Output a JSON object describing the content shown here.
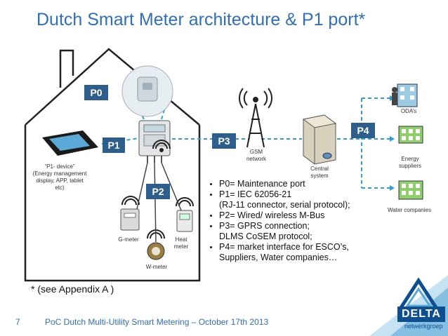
{
  "slide": {
    "title": "Dutch Smart Meter architecture & P1 port*",
    "note": "* (see Appendix A )",
    "slide_number": "7",
    "footer": "PoC Dutch Multi-Utility Smart Metering – October 17th 2013"
  },
  "ports": {
    "p0": "P0",
    "p1": "P1",
    "p2": "P2",
    "p3": "P3",
    "p4": "P4"
  },
  "devices": {
    "p1_device_line1": "“P1- device”",
    "p1_device_line2": "(Energy management",
    "p1_device_line3": "display, APP, tablet",
    "p1_device_line4": "etc)",
    "g_meter": "G-meter",
    "heat_meter_line1": "Heat",
    "heat_meter_line2": "meter",
    "w_meter": "W-meter",
    "gsm_line1": "GSM",
    "gsm_line2": "network",
    "central_line1": "Central",
    "central_line2": "system",
    "odas": "ODA’s",
    "energy_line1": "Energy",
    "energy_line2": "suppliers",
    "water": "Water companies"
  },
  "bullets": [
    "P0= Maintenance port",
    "P1= IEC 62056-21",
    "(RJ-11 connector, serial protocol);",
    "P2= Wired/ wireless M-Bus",
    "P3= GPRS connection;",
    "DLMS CoSEM protocol;",
    "P4= market interface for ESCO’s,",
    "Suppliers, Water companies…"
  ],
  "logo": {
    "name": "DELTA",
    "sub": "netwerkgroep",
    "colors": {
      "blue": "#0e4f8f",
      "light_blue": "#8ec6e8"
    }
  },
  "colors": {
    "title": "#2f6fb7",
    "port_box": "#2e5f8c",
    "dashed_line": "#2e9fd6"
  }
}
